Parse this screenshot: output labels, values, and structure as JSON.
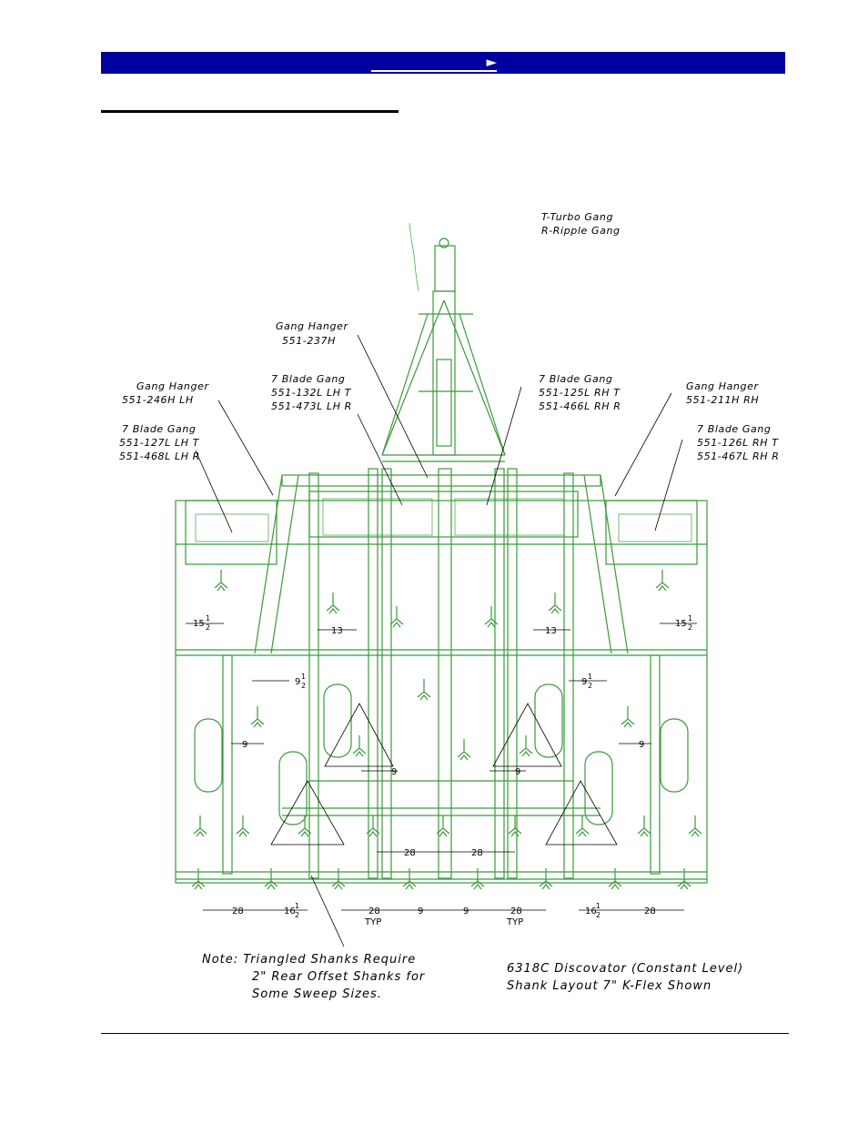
{
  "header": {
    "arrow": "►"
  },
  "diagram": {
    "legend": [
      "T-Turbo Gang",
      "R-Ripple Gang"
    ],
    "callouts": [
      {
        "lines": [
          "Gang Hanger",
          "551-237H"
        ]
      },
      {
        "lines": [
          "Gang Hanger",
          "551-246H LH"
        ]
      },
      {
        "lines": [
          "7 Blade Gang",
          "551-132L LH T",
          "551-473L LH R"
        ]
      },
      {
        "lines": [
          "7 Blade Gang",
          "551-125L RH T",
          "551-466L RH R"
        ]
      },
      {
        "lines": [
          "Gang Hanger",
          "551-211H RH"
        ]
      },
      {
        "lines": [
          "7 Blade Gang",
          "551-127L LH T",
          "551-468L LH R"
        ]
      },
      {
        "lines": [
          "7 Blade Gang",
          "551-126L RH T",
          "551-467L RH R"
        ]
      }
    ],
    "dims": {
      "d15_whole": "15",
      "frac_num": "1",
      "frac_den": "2",
      "d13": "13",
      "d9_whole": "9",
      "d9": "9",
      "d28": "28",
      "d16_whole": "16",
      "typ": "TYP"
    },
    "note": [
      "Note:  Triangled Shanks Require",
      "2\" Rear Offset Shanks for",
      "Some Sweep Sizes."
    ],
    "caption": [
      "6318C Discovator (Constant Level)",
      "Shank Layout 7\"  K-Flex Shown"
    ]
  }
}
